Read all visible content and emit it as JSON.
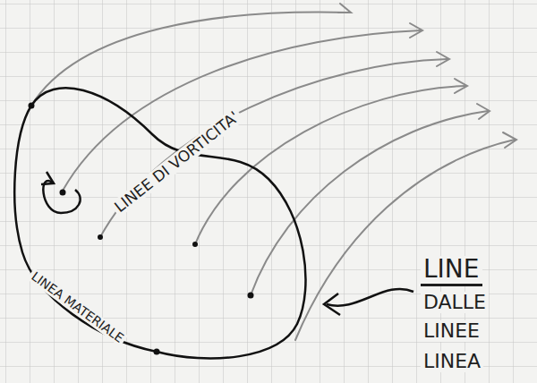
{
  "diagram": {
    "labels": [
      "LINEE DI VORTICITA'",
      "LINEA MATERIALE",
      "LINE",
      "DALLE",
      "LINEE",
      "LINEA"
    ]
  }
}
